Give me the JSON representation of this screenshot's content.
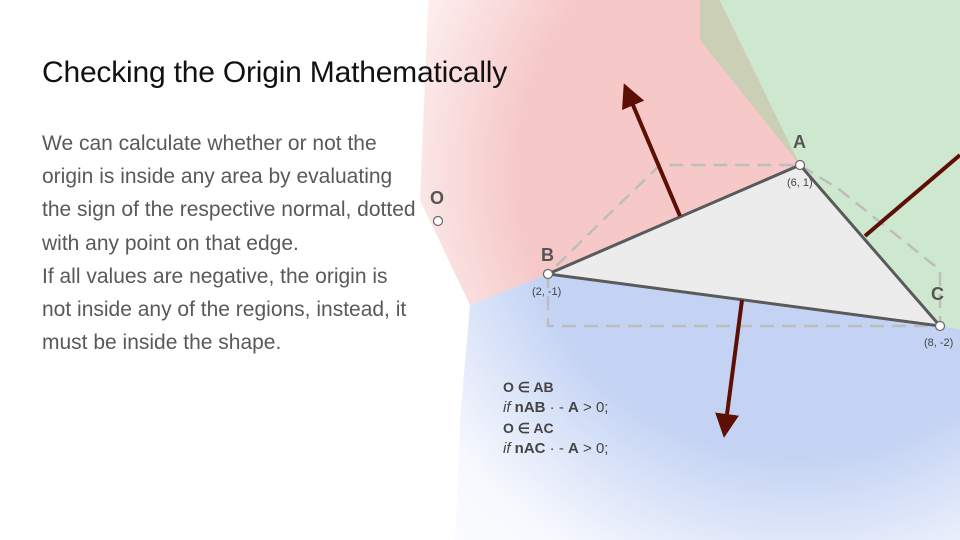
{
  "slide": {
    "title": "Checking the Origin Mathematically",
    "body": [
      "We can calculate whether or not the origin is inside any area by evaluating the sign of the respective normal, dotted with any point on that edge.",
      "If all values are negative, the origin is not inside any of the regions, instead, it must be inside the shape."
    ]
  },
  "diagram": {
    "origin": {
      "label": "O"
    },
    "points": [
      {
        "id": "A",
        "label": "A",
        "coords": "(6, 1)"
      },
      {
        "id": "B",
        "label": "B",
        "coords": "(2, -1)"
      },
      {
        "id": "C",
        "label": "C",
        "coords": "(8, -2)"
      }
    ],
    "colors": {
      "region_ab": "#ef9a9a",
      "region_ac": "#a5d6a7",
      "region_bc": "#9fb8ee",
      "triangle_fill": "#ececec",
      "edge": "#5a5a5a",
      "normal_arrow": "#5d0f06",
      "dashed": "#bdbdbd"
    }
  },
  "formulas": [
    {
      "member": "O ∈ AB",
      "if": "if",
      "vec": "nAB",
      "dot": " · - ",
      "point": "A",
      "cmp": " > 0;"
    },
    {
      "member": "O ∈ AC",
      "if": "if",
      "vec": "nAC",
      "dot": " · - ",
      "point": "A",
      "cmp": " > 0;"
    }
  ]
}
